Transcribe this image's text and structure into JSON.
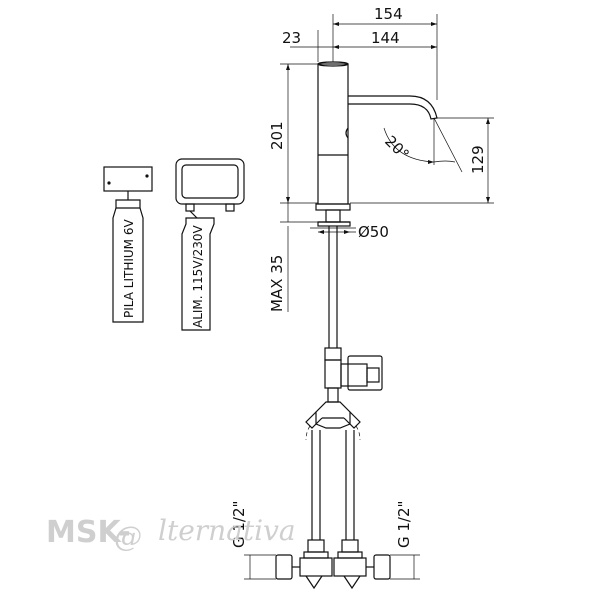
{
  "dimensions": {
    "overall_width": "154",
    "offset": "23",
    "spout_length": "144",
    "height": "201",
    "spout_height": "129",
    "angle": "20°",
    "diameter": "Ø50",
    "max_thickness": "MAX 35",
    "thread_left": "G 1/2\"",
    "thread_right": "G 1/2\""
  },
  "tags": {
    "battery": "PILA LITHIUM 6V",
    "power": "ALIM. 115V/230V"
  },
  "watermark": {
    "text_left": "MSK-",
    "text_at": "@",
    "text_right": "lternativa"
  }
}
